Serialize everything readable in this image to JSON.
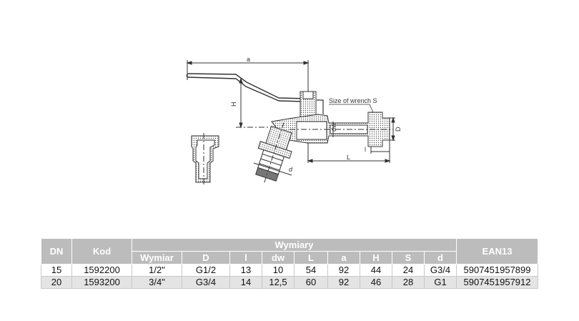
{
  "drawing": {
    "labels": {
      "a": "a",
      "H": "H",
      "wrench": "Size of wrench S",
      "dw": "dw",
      "D": "D",
      "l": "l",
      "L": "L",
      "d": "d"
    }
  },
  "table": {
    "headers": {
      "dn": "DN",
      "kod": "Kod",
      "group": "Wymiary",
      "ean": "EAN13",
      "sub": [
        "Wymiar",
        "D",
        "l",
        "dw",
        "L",
        "a",
        "H",
        "S",
        "d"
      ]
    },
    "rows": [
      {
        "dn": "15",
        "kod": "1592200",
        "wymiar": "1/2\"",
        "D": "G1/2",
        "l": "13",
        "dw": "10",
        "L": "54",
        "a": "92",
        "H": "44",
        "S": "24",
        "d": "G3/4",
        "ean": "5907451957899"
      },
      {
        "dn": "20",
        "kod": "1593200",
        "wymiar": "3/4\"",
        "D": "G3/4",
        "l": "14",
        "dw": "12,5",
        "L": "60",
        "a": "92",
        "H": "46",
        "S": "28",
        "d": "G1",
        "ean": "5907451957912"
      }
    ]
  },
  "colors": {
    "header_bg": "#bcbcbc",
    "alt_row_bg": "#e4e4e4"
  }
}
